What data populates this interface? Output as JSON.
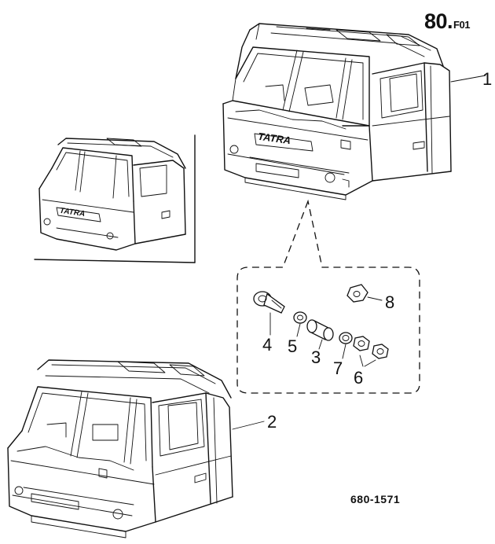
{
  "sheet": {
    "page_number": "80.",
    "page_suffix": "F01",
    "drawing_number": "680-1571",
    "brand_text": "TATRA"
  },
  "callouts": [
    {
      "id": "cab-main",
      "label": "1"
    },
    {
      "id": "cab-variant",
      "label": "2"
    },
    {
      "id": "spacer-sleeve",
      "label": "3"
    },
    {
      "id": "pin",
      "label": "4"
    },
    {
      "id": "washer",
      "label": "5"
    },
    {
      "id": "nut-pair",
      "label": "6"
    },
    {
      "id": "ring",
      "label": "7"
    },
    {
      "id": "lug",
      "label": "8"
    }
  ]
}
